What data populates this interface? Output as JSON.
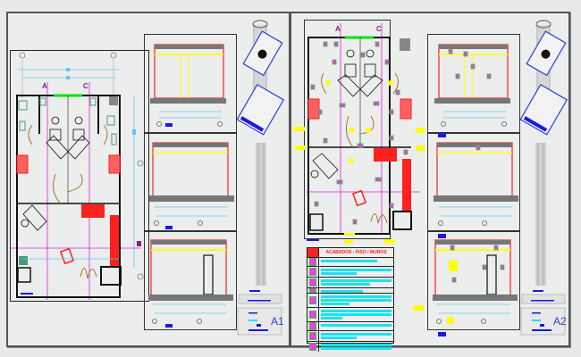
{
  "drawing": {
    "type": "architectural CAD sheets",
    "sheets": [
      {
        "id": "A1",
        "label": "A1",
        "section_markers": [
          "A",
          "C"
        ],
        "views": [
          "floor-plan",
          "elevation-1",
          "elevation-2",
          "elevation-3"
        ]
      },
      {
        "id": "A2",
        "label": "A2",
        "section_markers": [
          "A",
          "C"
        ],
        "views": [
          "floor-plan-with-tags",
          "elevation-1",
          "elevation-2",
          "elevation-3",
          "legend-table"
        ],
        "legend": {
          "header": "ACABADOS - PISO / MUROS",
          "row_count": 9
        }
      }
    ],
    "colors": {
      "background": "#e8e9eb",
      "frame": "#555555",
      "dimension_lines": "#5fc8f0",
      "section_lines": "#e020e0",
      "walls": "#111111",
      "hatch_red": "#ff2020",
      "tags_green": "#24d024",
      "tags_magenta": "#ff33ff",
      "title_blue": "#2a3fd6",
      "notes_yellow": "#ffff00",
      "legend_text": "#19e3f0",
      "door_swing": "#9a7a2a",
      "fixtures": "#4a9a7a"
    }
  }
}
